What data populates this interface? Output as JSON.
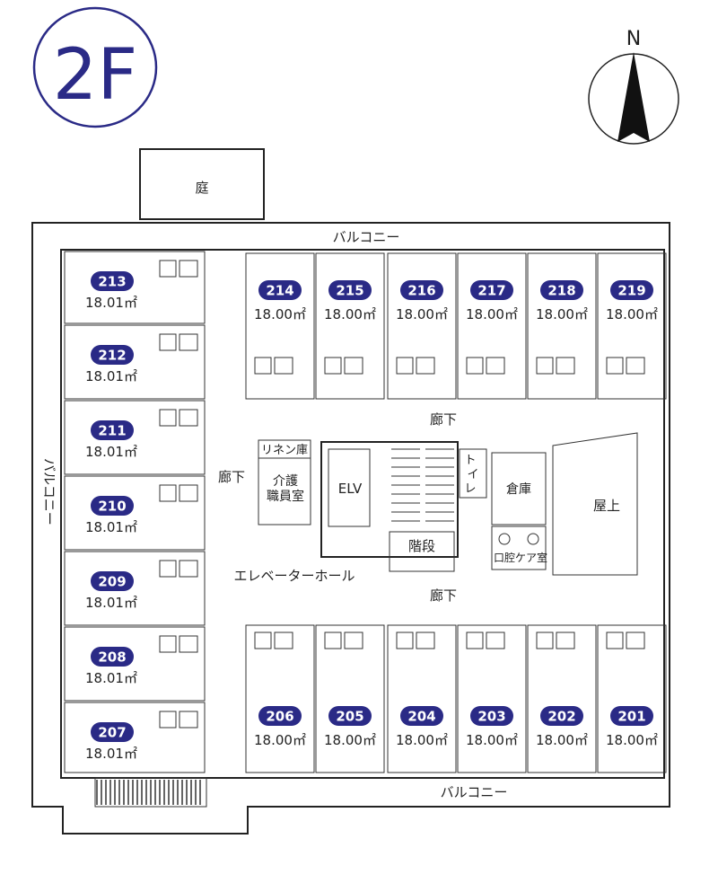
{
  "floor_label": "2F",
  "compass_label": "N",
  "colors": {
    "badge": "#2a2a86",
    "floor_ring": "#2a2a86"
  },
  "labels": {
    "niwa": "庭",
    "balcony_north": "バルコニー",
    "balcony_south": "バルコニー",
    "balcony_west": "バルコニー",
    "corridor_north": "廊下",
    "corridor_south": "廊下",
    "corridor_west": "廊下",
    "linen": "リネン庫",
    "care_staff_1": "介護",
    "care_staff_2": "職員室",
    "elv": "ELV",
    "toilet_1": "ト",
    "toilet_2": "イ",
    "toilet_3": "レ",
    "storage": "倉庫",
    "rooftop": "屋上",
    "stairs": "階段",
    "oral_care": "口腔ケア室",
    "elevator_hall": "エレベーターホール"
  },
  "rooms_west": [
    {
      "number": "213",
      "area": "18.01㎡"
    },
    {
      "number": "212",
      "area": "18.01㎡"
    },
    {
      "number": "211",
      "area": "18.01㎡"
    },
    {
      "number": "210",
      "area": "18.01㎡"
    },
    {
      "number": "209",
      "area": "18.01㎡"
    },
    {
      "number": "208",
      "area": "18.01㎡"
    },
    {
      "number": "207",
      "area": "18.01㎡"
    }
  ],
  "rooms_north": [
    {
      "number": "214",
      "area": "18.00㎡"
    },
    {
      "number": "215",
      "area": "18.00㎡"
    },
    {
      "number": "216",
      "area": "18.00㎡"
    },
    {
      "number": "217",
      "area": "18.00㎡"
    },
    {
      "number": "218",
      "area": "18.00㎡"
    },
    {
      "number": "219",
      "area": "18.00㎡"
    }
  ],
  "rooms_south": [
    {
      "number": "206",
      "area": "18.00㎡"
    },
    {
      "number": "205",
      "area": "18.00㎡"
    },
    {
      "number": "204",
      "area": "18.00㎡"
    },
    {
      "number": "203",
      "area": "18.00㎡"
    },
    {
      "number": "202",
      "area": "18.00㎡"
    },
    {
      "number": "201",
      "area": "18.00㎡"
    }
  ]
}
